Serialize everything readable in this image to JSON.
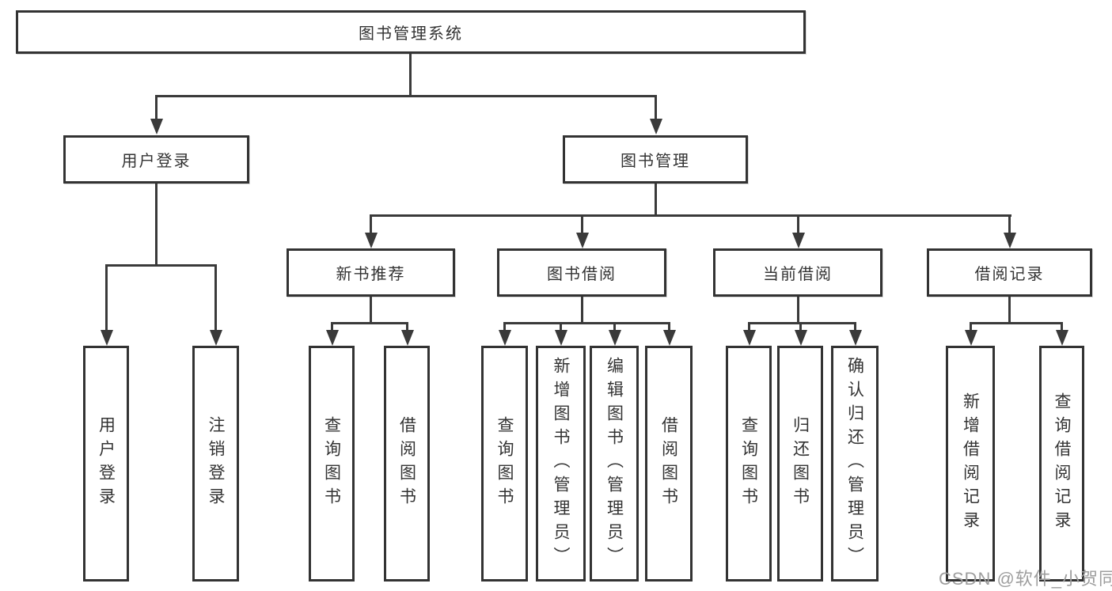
{
  "diagram_title": "图书管理系统",
  "watermark": "CSDN @软件_小贺同学",
  "nodes": {
    "root": "图书管理系统",
    "user_login": "用户登录",
    "book_mgmt": "图书管理",
    "new_book_rec": "新书推荐",
    "book_borrow": "图书借阅",
    "current_borrow": "当前借阅",
    "borrow_record": "借阅记录",
    "ul_login": "用户登录",
    "ul_logout": "注销登录",
    "nb_query": "查询图书",
    "nb_borrow": "借阅图书",
    "bb_query": "查询图书",
    "bb_add": "新增图书（管理员）",
    "bb_edit": "编辑图书（管理员）",
    "bb_borrow": "借阅图书",
    "cb_query": "查询图书",
    "cb_return": "归还图书",
    "cb_confirm": "确认归还（管理员）",
    "br_add": "新增借阅记录",
    "br_query": "查询借阅记录"
  },
  "structure": {
    "root_children": [
      "用户登录",
      "图书管理"
    ],
    "用户登录_children": [
      "用户登录",
      "注销登录"
    ],
    "图书管理_children": [
      "新书推荐",
      "图书借阅",
      "当前借阅",
      "借阅记录"
    ],
    "新书推荐_children": [
      "查询图书",
      "借阅图书"
    ],
    "图书借阅_children": [
      "查询图书",
      "新增图书（管理员）",
      "编辑图书（管理员）",
      "借阅图书"
    ],
    "当前借阅_children": [
      "查询图书",
      "归还图书",
      "确认归还（管理员）"
    ],
    "借阅记录_children": [
      "新增借阅记录",
      "查询借阅记录"
    ]
  },
  "colors": {
    "line": "#3a3a3a",
    "border": "#333333",
    "text": "#333333",
    "watermark": "#9e9e9e",
    "background": "#ffffff"
  }
}
